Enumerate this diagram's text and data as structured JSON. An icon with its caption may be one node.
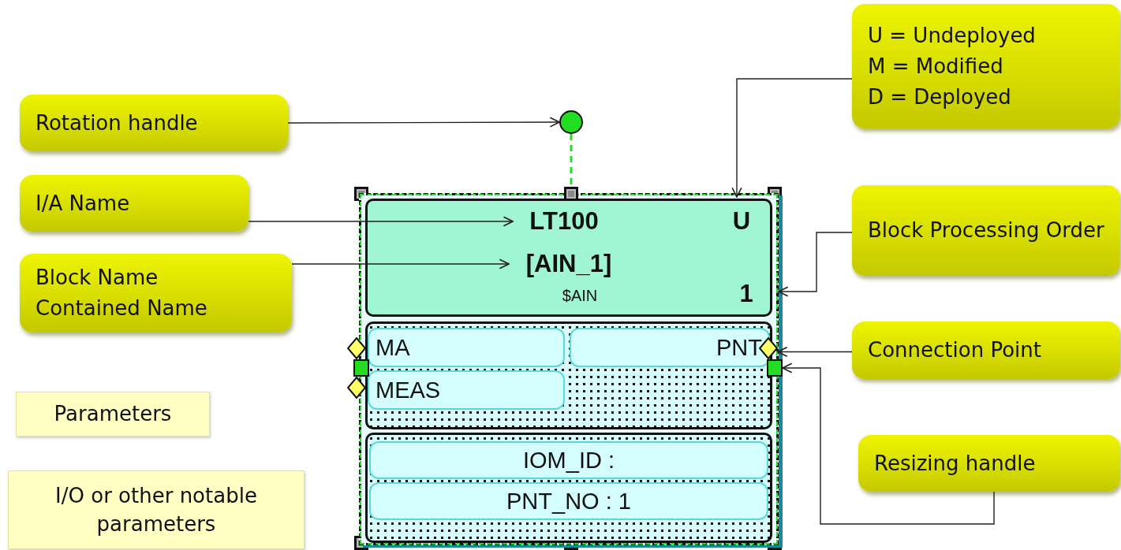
{
  "diagram": {
    "nodes": [
      {
        "text": [
          "Rotation handle"
        ]
      },
      {
        "text": [
          "I/A Name"
        ]
      },
      {
        "text": [
          "Block Name",
          "Contained Name"
        ]
      },
      {
        "text": [
          "U = Undeployed",
          "M = Modified",
          "D = Deployed"
        ]
      },
      {
        "text": [
          "Block Processing Order"
        ]
      },
      {
        "text": [
          "Connection Point"
        ]
      },
      {
        "text": [
          "Resizing handle"
        ]
      },
      {
        "text": [],
        "shape": "box"
      },
      {
        "text": [],
        "shape": "circle"
      },
      {
        "text": [],
        "shape": "box",
        "in": 7
      },
      {
        "text": [
          "LT100"
        ],
        "in": 9
      },
      {
        "text": [
          "U"
        ],
        "in": 9
      },
      {
        "text": [
          "[AIN_1]"
        ],
        "in": 9
      },
      {
        "text": [
          "$AIN"
        ],
        "in": 9
      },
      {
        "text": [
          "1"
        ],
        "in": 9
      },
      {
        "text": [],
        "shape": "box",
        "in": 7
      },
      {
        "text": [
          "MA"
        ],
        "in": 15
      },
      {
        "text": [
          "PNT"
        ],
        "in": 15
      },
      {
        "text": [
          "MEAS"
        ],
        "in": 15
      },
      {
        "text": [],
        "shape": "box",
        "in": 7
      },
      {
        "text": [
          "IOM_ID :"
        ],
        "in": 19
      },
      {
        "text": [
          "PNT_NO : 1"
        ],
        "in": 19
      },
      {
        "text": [],
        "shape": "diamond",
        "in": 7
      },
      {
        "text": [],
        "shape": "box"
      },
      {
        "text": [],
        "shape": "box"
      }
    ],
    "edges": [
      {
        "from": 0,
        "to": 8,
        "arrow": "to"
      },
      {
        "from": 1,
        "to": 10,
        "arrow": "to"
      },
      {
        "from": 2,
        "to": 12,
        "arrow": "to"
      },
      {
        "from": 3,
        "to": 11,
        "arrow": "to"
      },
      {
        "from": 4,
        "to": 7,
        "arrow": "to"
      },
      {
        "from": 5,
        "to": 22,
        "arrow": "to"
      },
      {
        "from": 6,
        "to": 23,
        "arrow": "to"
      },
      {
        "from": 8,
        "to": 24,
        "arrow": "none",
        "style": "dashed",
        "color": "#22dd22"
      }
    ],
    "legend": [
      {
        "text": "Parameters",
        "color": "#ffffc4"
      },
      {
        "text": "I/O or other notable parameters",
        "color": "#ffffc4"
      }
    ]
  }
}
